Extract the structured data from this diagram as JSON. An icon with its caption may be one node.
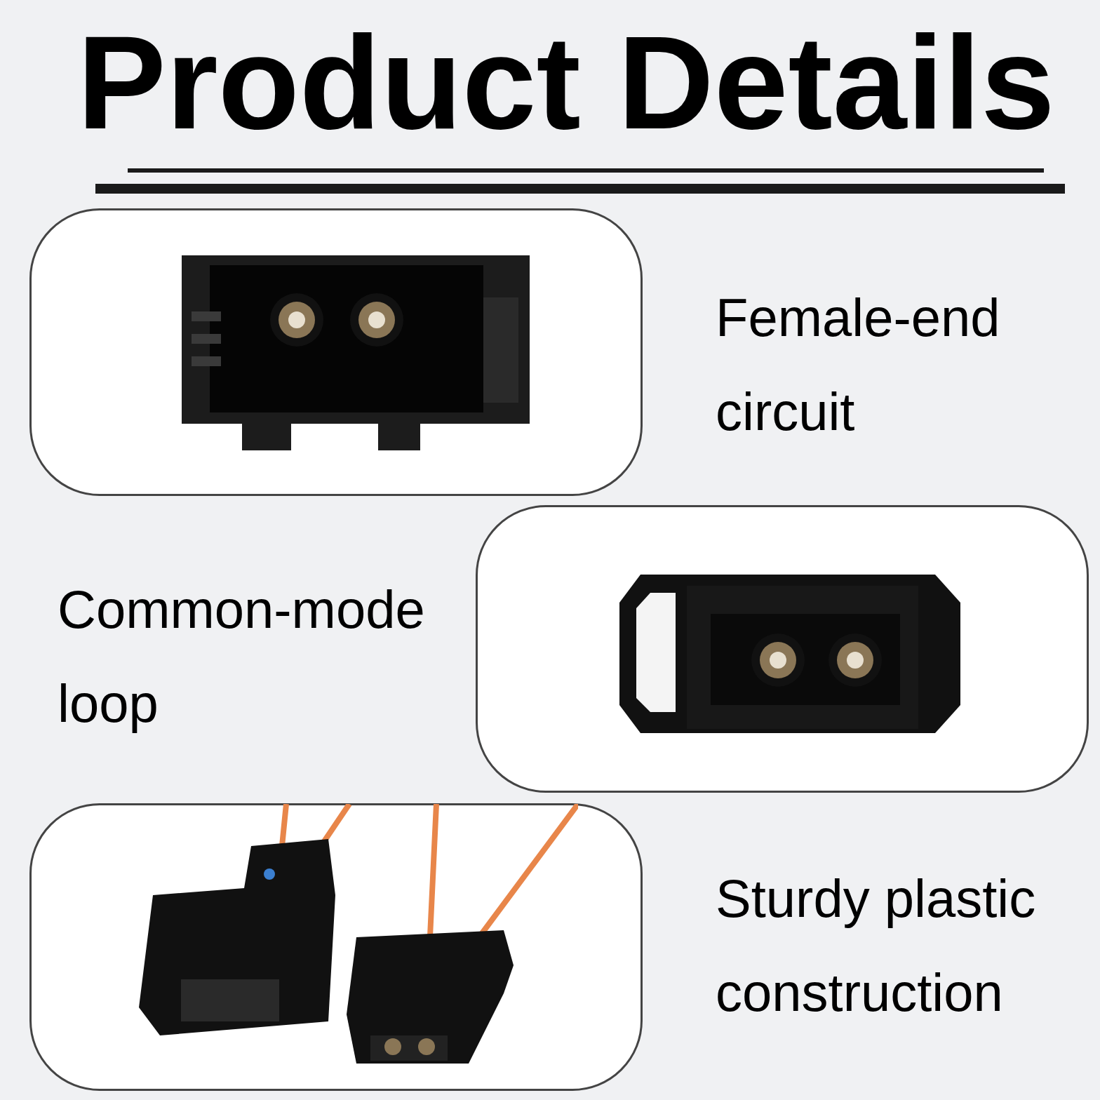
{
  "diagram": {
    "title": "Product Details",
    "labels": [
      "Female-end circuit",
      "Common-mode loop",
      "Sturdy plastic construction"
    ]
  }
}
